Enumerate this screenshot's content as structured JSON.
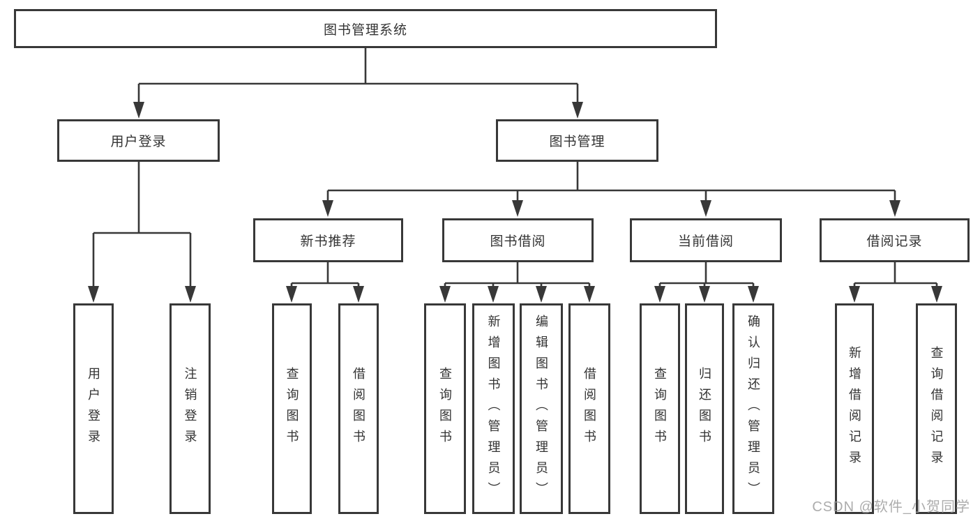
{
  "diagram": {
    "root": {
      "label": "图书管理系统"
    },
    "branches": [
      {
        "label": "用户登录",
        "children": [
          {
            "label": "用户登录"
          },
          {
            "label": "注销登录"
          }
        ]
      },
      {
        "label": "图书管理",
        "children": [
          {
            "label": "新书推荐",
            "children": [
              {
                "label": "查询图书"
              },
              {
                "label": "借阅图书"
              }
            ]
          },
          {
            "label": "图书借阅",
            "children": [
              {
                "label": "查询图书"
              },
              {
                "label": "新增图书（管理员）"
              },
              {
                "label": "编辑图书（管理员）"
              },
              {
                "label": "借阅图书"
              }
            ]
          },
          {
            "label": "当前借阅",
            "children": [
              {
                "label": "查询图书"
              },
              {
                "label": "归还图书"
              },
              {
                "label": "确认归还（管理员）"
              }
            ]
          },
          {
            "label": "借阅记录",
            "children": [
              {
                "label": "新增借阅记录"
              },
              {
                "label": "查询借阅记录"
              }
            ]
          }
        ]
      }
    ]
  },
  "watermark": {
    "text": "CSDN @软件_小贺同学"
  },
  "colors": {
    "line": "#383838",
    "text": "#333333",
    "watermark": "#9e9e9e",
    "background": "#ffffff"
  }
}
